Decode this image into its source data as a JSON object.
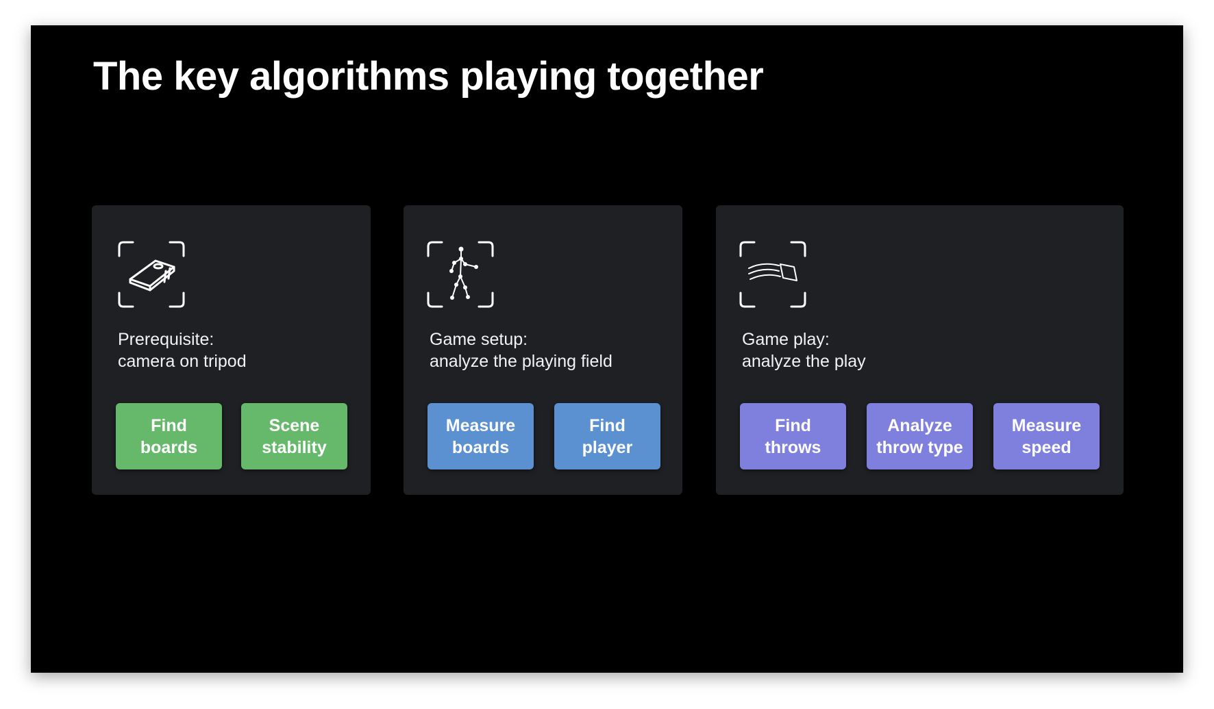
{
  "slide": {
    "title": "The key algorithms playing together"
  },
  "cards": [
    {
      "icon": "cornhole-board-icon",
      "line1": "Prerequisite:",
      "line2": "camera on tripod",
      "accent": "#66b96a",
      "buttons": [
        {
          "line1": "Find",
          "line2": "boards"
        },
        {
          "line1": "Scene",
          "line2": "stability"
        }
      ]
    },
    {
      "icon": "body-pose-icon",
      "line1": "Game setup:",
      "line2": "analyze the playing field",
      "accent": "#5b91d1",
      "buttons": [
        {
          "line1": "Measure",
          "line2": "boards"
        },
        {
          "line1": "Find",
          "line2": "player"
        }
      ]
    },
    {
      "icon": "bag-trajectory-icon",
      "line1": "Game play:",
      "line2": "analyze the play",
      "accent": "#7f80dd",
      "buttons": [
        {
          "line1": "Find",
          "line2": "throws"
        },
        {
          "line1": "Analyze",
          "line2": "throw type"
        },
        {
          "line1": "Measure",
          "line2": "speed"
        }
      ]
    }
  ],
  "colors": {
    "background": "#000000",
    "card": "#1f2023",
    "green": "#66b96a",
    "blue": "#5b91d1",
    "purple": "#7f80dd"
  }
}
